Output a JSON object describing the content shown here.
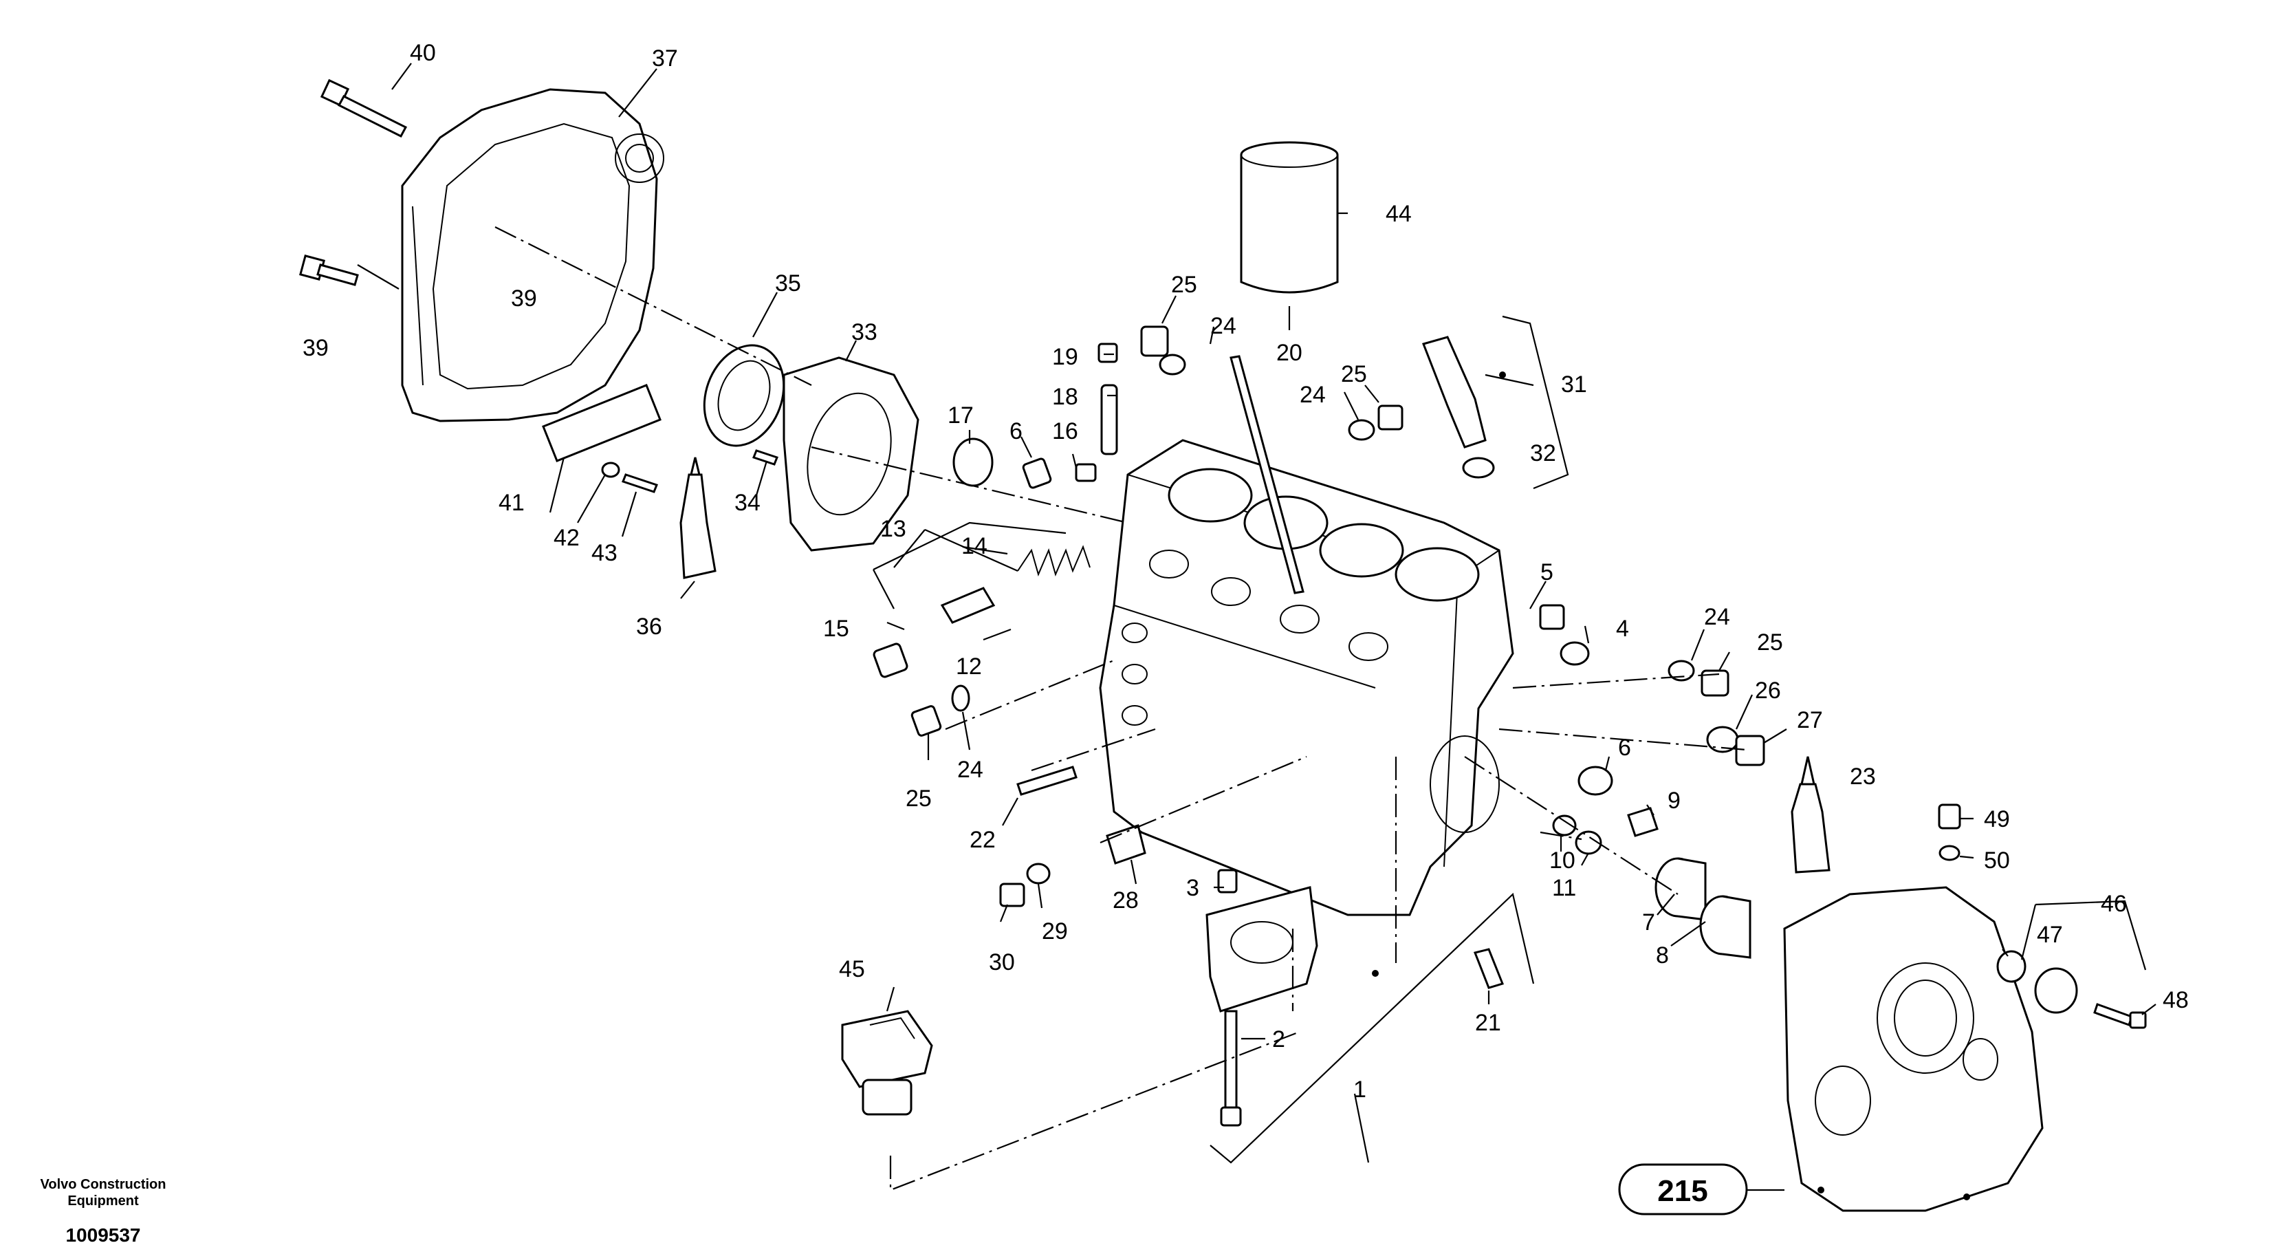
{
  "callouts": {
    "c40": "40",
    "c37": "37",
    "c39a": "39",
    "c39b": "39",
    "c35": "35",
    "c33": "33",
    "c41": "41",
    "c42": "42",
    "c43": "43",
    "c34": "34",
    "c36": "36",
    "c44": "44",
    "c25a": "25",
    "c24a": "24",
    "c20": "20",
    "c19": "19",
    "c18": "18",
    "c17": "17",
    "c6a": "6",
    "c16": "16",
    "c24b": "24",
    "c25b": "25",
    "c31": "31",
    "c32": "32",
    "c13": "13",
    "c14": "14",
    "c15": "15",
    "c12": "12",
    "c25c": "25",
    "c24c": "24",
    "c5": "5",
    "c4": "4",
    "c24d": "24",
    "c25d": "25",
    "c26": "26",
    "c27": "27",
    "c6b": "6",
    "c9": "9",
    "c10": "10",
    "c11": "11",
    "c23": "23",
    "c49": "49",
    "c50": "50",
    "c46": "46",
    "c47": "47",
    "c48": "48",
    "c22": "22",
    "c28": "28",
    "c29": "29",
    "c30": "30",
    "c3": "3",
    "c7": "7",
    "c8": "8",
    "c21": "21",
    "c2": "2",
    "c1": "1",
    "c45": "45"
  },
  "reference_box": "215",
  "footer": {
    "brand_line1": "Volvo Construction",
    "brand_line2": "Equipment",
    "doc_number": "1009537"
  }
}
